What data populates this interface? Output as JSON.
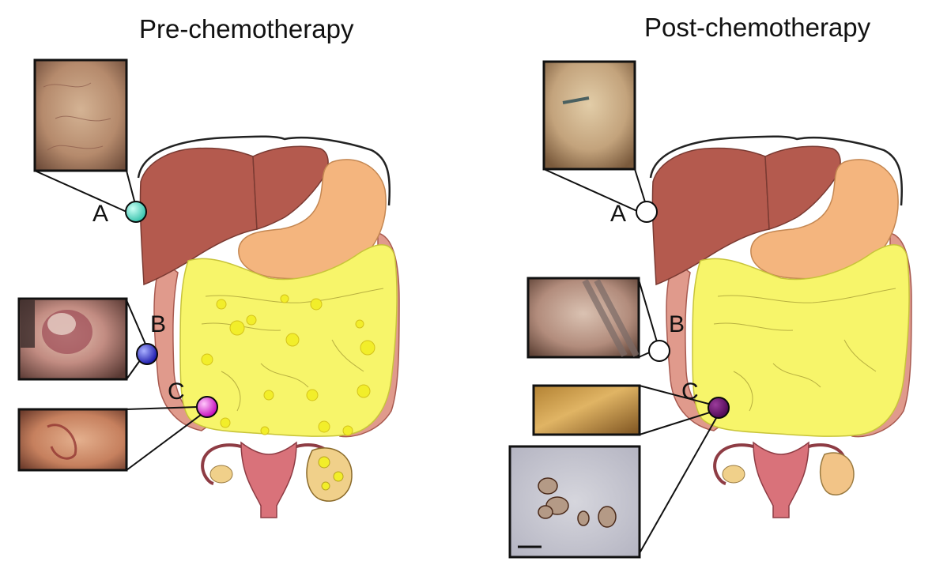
{
  "panels": {
    "pre": {
      "title": "Pre-chemotherapy",
      "sites": [
        {
          "label": "A",
          "marker_color": "#53dfc9"
        },
        {
          "label": "B",
          "marker_color": "#1f2bd6"
        },
        {
          "label": "C",
          "marker_color": "#e51fe0"
        }
      ]
    },
    "post": {
      "title": "Post-chemotherapy",
      "sites": [
        {
          "label": "A",
          "marker_color": "#ffffff"
        },
        {
          "label": "B",
          "marker_color": "#ffffff"
        },
        {
          "label": "C",
          "marker_color": "#6a0d6a"
        }
      ]
    }
  },
  "colors": {
    "liver": "#b45a4e",
    "stomach": "#f4b57e",
    "omentum": "#f7f56a",
    "colon": "#e09a8c",
    "uterus": "#d9727a",
    "ovary_pre": "#f0d08a",
    "ovary_post": "#f2c487"
  }
}
